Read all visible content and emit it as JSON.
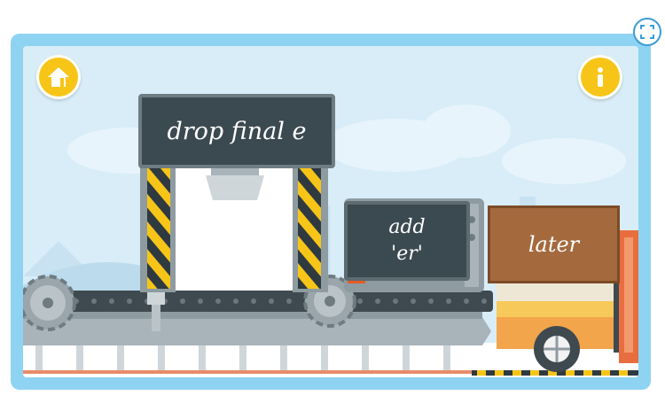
{
  "controls": {
    "home_icon": "home-icon",
    "info_icon": "info-icon",
    "fullscreen_icon": "fullscreen-icon"
  },
  "machine": {
    "rule_label": "drop final e",
    "monitor_line1": "add",
    "monitor_line2": "'er'"
  },
  "result": {
    "word": "later"
  },
  "colors": {
    "frame": "#8fd3f2",
    "button_yellow": "#f7c518",
    "sign_dark": "#3b4a50",
    "crate_brown": "#a46a3e"
  }
}
